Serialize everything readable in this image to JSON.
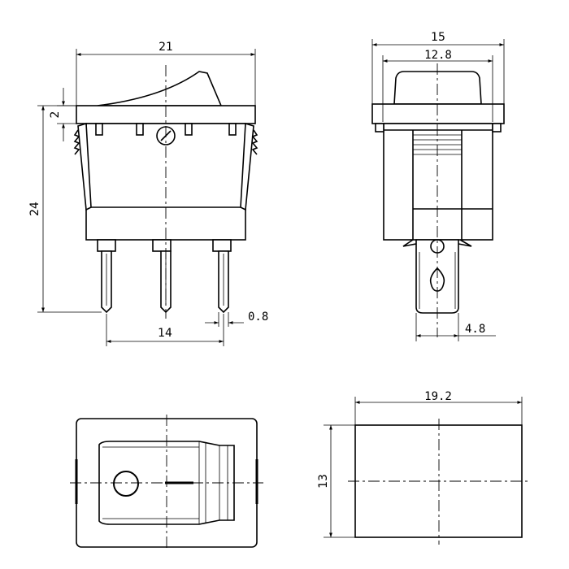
{
  "dimensions": {
    "front_width": "21",
    "cap_height": "2",
    "total_height": "24",
    "pin_thickness": "0.8",
    "pin_pitch_total": "14",
    "side_width": "15",
    "side_cap_width": "12.8",
    "terminal_width": "4.8",
    "cutout_width": "19.2",
    "cutout_height": "13"
  }
}
